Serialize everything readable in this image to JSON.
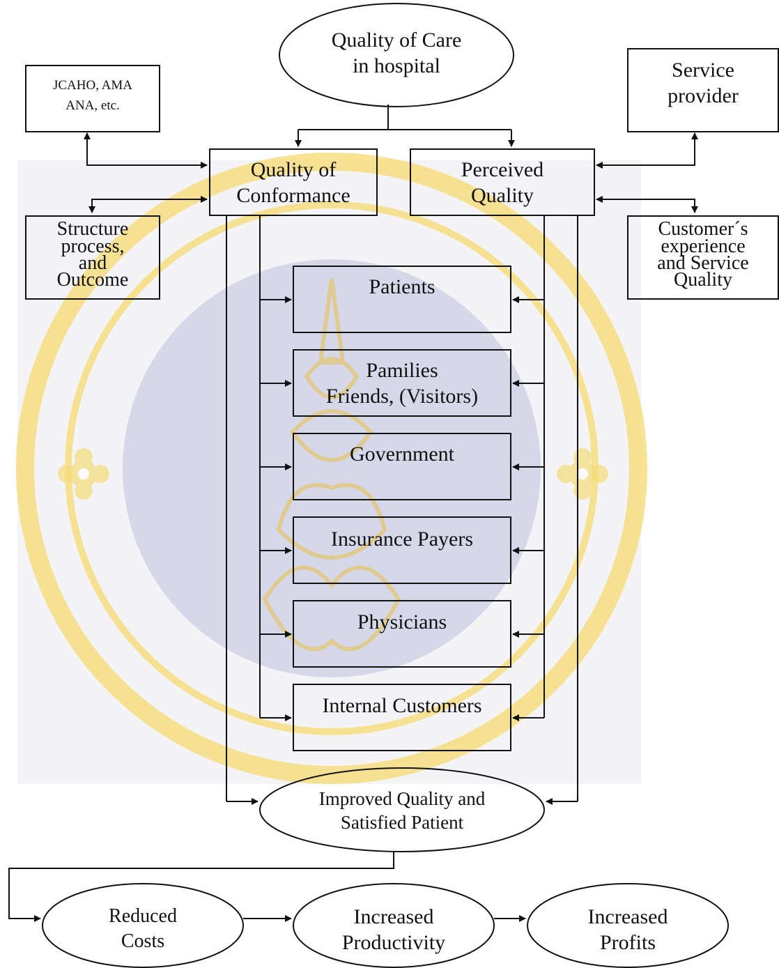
{
  "diagram": {
    "top": {
      "line1": "Quality of Care",
      "line2": "in hospital"
    },
    "jcaho": {
      "line1": "JCAHO, AMA",
      "line2": "ANA, etc."
    },
    "service_provider": {
      "line1": "Service",
      "line2": "provider"
    },
    "conformance": {
      "line1": "Quality of",
      "line2": "Conformance"
    },
    "perceived": {
      "line1": "Perceived",
      "line2": "Quality"
    },
    "structure": {
      "line1": "Structure",
      "line2": "process,",
      "line3": "and",
      "line4": "Outcome"
    },
    "customer_exp": {
      "line1": "Customer´s",
      "line2": "experience",
      "line3": "and Service",
      "line4": "Quality"
    },
    "stakeholders": {
      "patients": {
        "line1": "Patients"
      },
      "families": {
        "line1": "Pamilies",
        "line2": "Friends, (Visitors)"
      },
      "government": {
        "line1": "Government"
      },
      "insurance": {
        "line1": "Insurance Payers"
      },
      "physicians": {
        "line1": "Physicians"
      },
      "internal": {
        "line1": "Internal Customers"
      }
    },
    "improved": {
      "line1": "Improved Quality and",
      "line2": "Satisfied Patient"
    },
    "reduced": {
      "line1": "Reduced",
      "line2": "Costs"
    },
    "productivity": {
      "line1": "Increased",
      "line2": "Productivity"
    },
    "profits": {
      "line1": "Increased",
      "line2": "Profits"
    }
  },
  "colors": {
    "ink": "#111111",
    "watermark_blue": "#d6d8ea",
    "watermark_gold": "#f5dc78"
  }
}
